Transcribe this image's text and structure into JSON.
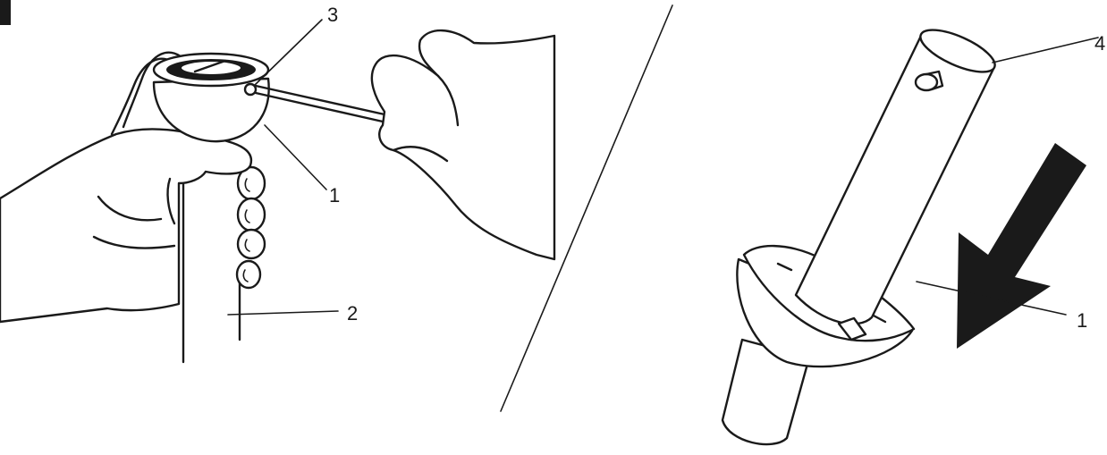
{
  "figure": {
    "left_panel": {
      "callouts": [
        {
          "id": "3",
          "label": "3"
        },
        {
          "id": "1",
          "label": "1"
        },
        {
          "id": "2",
          "label": "2"
        }
      ]
    },
    "right_panel": {
      "callouts": [
        {
          "id": "4",
          "label": "4"
        },
        {
          "id": "1",
          "label": "1"
        }
      ]
    },
    "colors": {
      "ink": "#1a1a1a",
      "paper": "#ffffff"
    },
    "icons": [
      "hand-icon",
      "hex-key-icon",
      "ball-knob-icon",
      "tube-icon",
      "direction-arrow-icon"
    ]
  }
}
